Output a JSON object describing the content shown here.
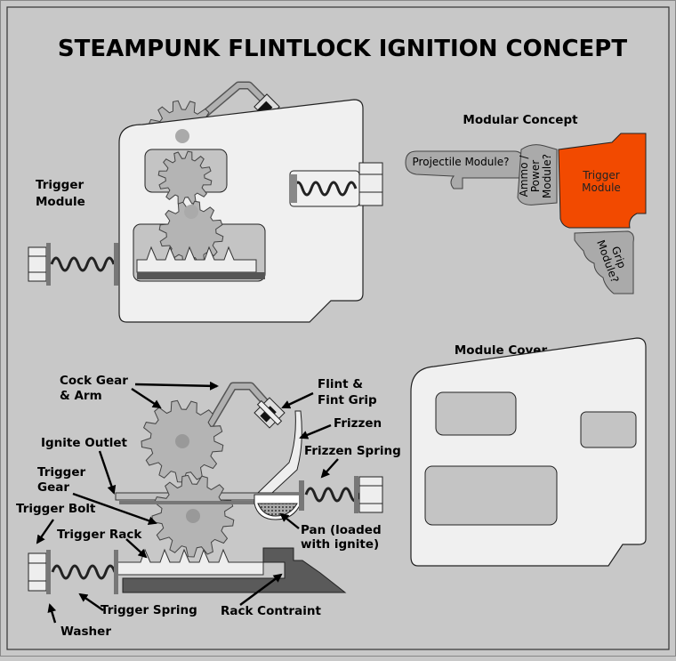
{
  "title": "STEAMPUNK FLINTLOCK IGNITION CONCEPT",
  "trigger_module_label": [
    "Trigger",
    "Module"
  ],
  "modular": {
    "heading": "Modular Concept",
    "projectile": "Projectile Module?",
    "ammo": [
      "Ammo /",
      "Power",
      "Module?"
    ],
    "trigger": [
      "Trigger",
      "Module"
    ],
    "grip": [
      "Grip",
      "Module?"
    ],
    "trigger_color": "#f24a00"
  },
  "module_cover_label": "Module Cover",
  "callouts": {
    "cock_gear": [
      "Cock Gear",
      "& Arm"
    ],
    "flint": [
      "Flint &",
      "Fint Grip"
    ],
    "frizzen": "Frizzen",
    "ignite_outlet": "Ignite Outlet",
    "frizzen_spring": "Frizzen Spring",
    "trigger_gear": [
      "Trigger",
      "Gear"
    ],
    "trigger_bolt": "Trigger Bolt",
    "pan": [
      "Pan (loaded",
      "with ignite)"
    ],
    "trigger_rack": "Trigger Rack",
    "trigger_spring": "Trigger Spring",
    "rack_constraint": "Rack Contraint",
    "washer": "Washer"
  },
  "colors": {
    "background": "#c8c8c8",
    "housing": "#f0f0f0",
    "gear": "#b4b4b4",
    "dark": "#555555"
  }
}
